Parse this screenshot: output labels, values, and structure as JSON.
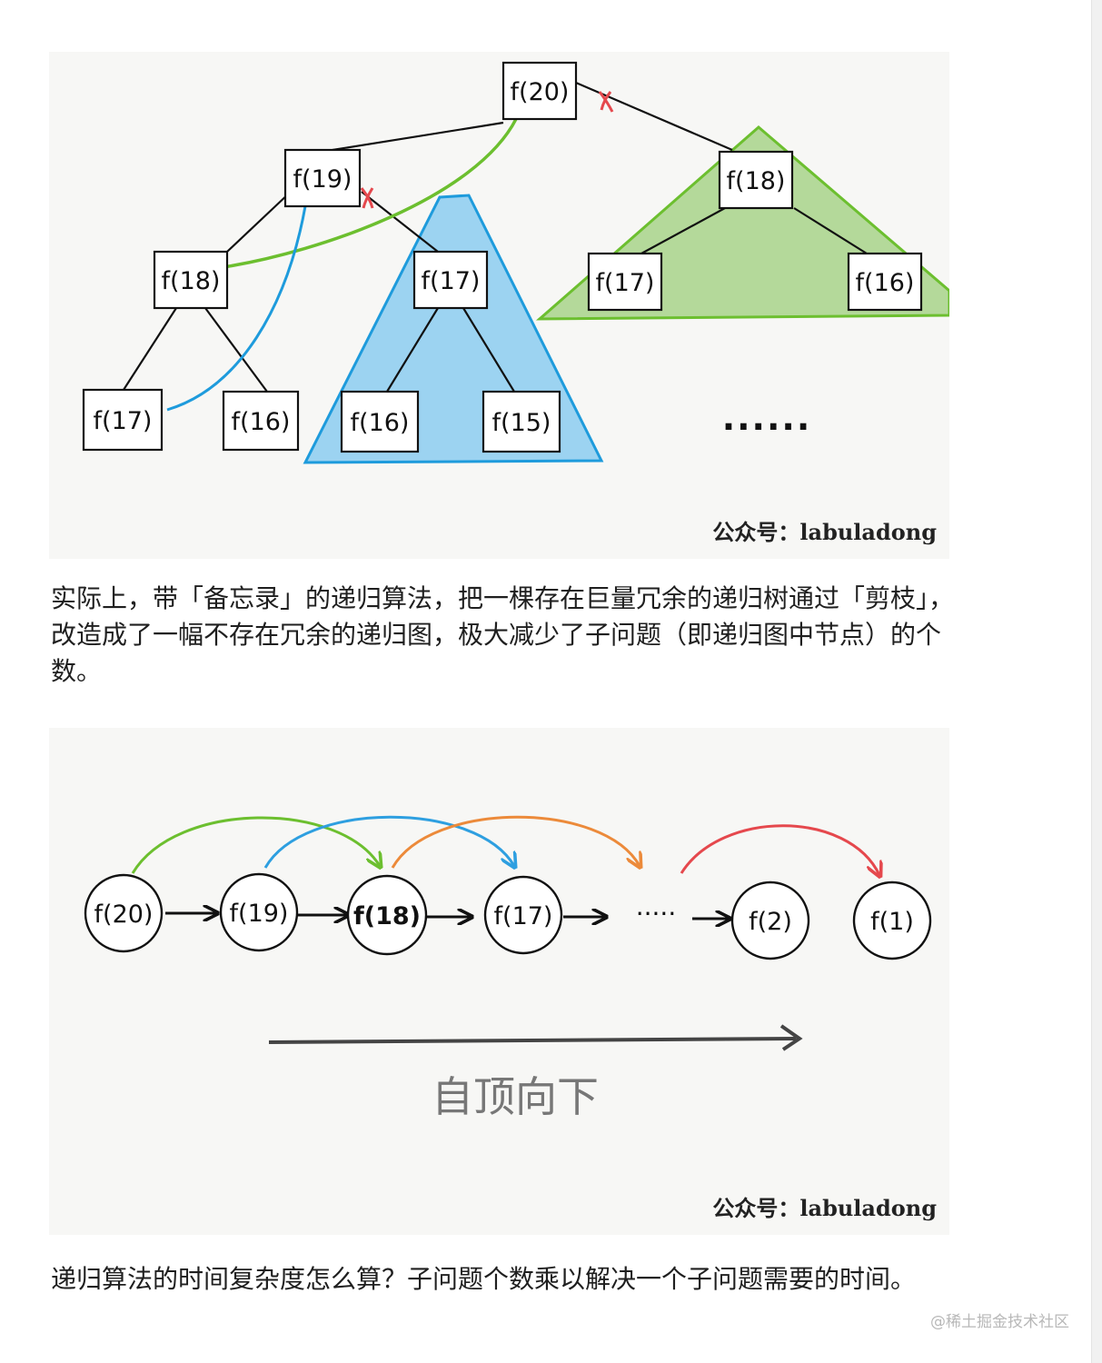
{
  "figure1": {
    "nodes": [
      {
        "id": "n20",
        "label": "f(20)"
      },
      {
        "id": "n19",
        "label": "f(19)"
      },
      {
        "id": "n18r",
        "label": "f(18)"
      },
      {
        "id": "n18l",
        "label": "f(18)"
      },
      {
        "id": "n17m",
        "label": "f(17)"
      },
      {
        "id": "n17r",
        "label": "f(17)"
      },
      {
        "id": "n16r",
        "label": "f(16)"
      },
      {
        "id": "n17l",
        "label": "f(17)"
      },
      {
        "id": "n16l",
        "label": "f(16)"
      },
      {
        "id": "n16m",
        "label": "f(16)"
      },
      {
        "id": "n15m",
        "label": "f(15)"
      }
    ],
    "ellipsis": "......",
    "watermark": "公众号：labuladong",
    "colors": {
      "blue_region": "#8ccdf0",
      "blue_stroke": "#1e9bdc",
      "green_region": "#a8d38a",
      "green_stroke": "#6cbf2f",
      "prune_mark": "#e5484d"
    }
  },
  "paragraph1": "实际上，带「备忘录」的递归算法，把一棵存在巨量冗余的递归树通过「剪枝」，改造成了一幅不存在冗余的递归图，极大减少了子问题（即递归图中节点）的个数。",
  "figure2": {
    "nodes": [
      {
        "id": "c20",
        "label": "f(20)"
      },
      {
        "id": "c19",
        "label": "f(19)"
      },
      {
        "id": "c18",
        "label": "f(18)"
      },
      {
        "id": "c17",
        "label": "f(17)"
      },
      {
        "id": "c2",
        "label": "f(2)"
      },
      {
        "id": "c1",
        "label": "f(1)"
      }
    ],
    "ellipsis": "·····",
    "direction_label": "自顶向下",
    "watermark": "公众号：labuladong",
    "colors": {
      "green": "#6cbf2f",
      "blue": "#2e9fe0",
      "orange": "#ec8a3a",
      "red": "#e5484d"
    }
  },
  "paragraph2": "递归算法的时间复杂度怎么算？子问题个数乘以解决一个子问题需要的时间。",
  "site_watermark": "@稀土掘金技术社区"
}
